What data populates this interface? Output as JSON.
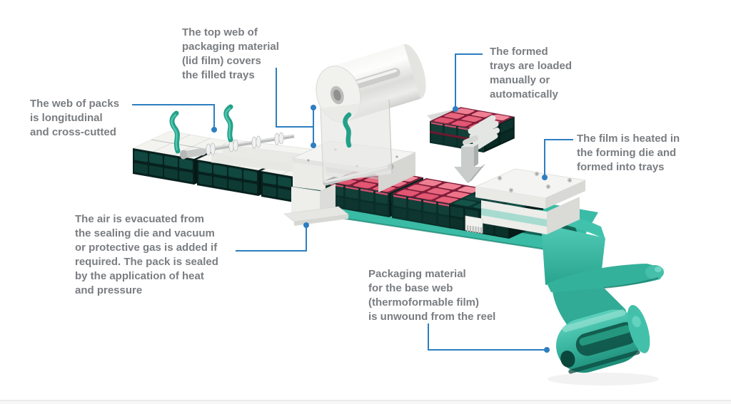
{
  "annotations": {
    "web_of_packs": "The web of packs\nis longitudinal\nand cross-cutted",
    "lid_film": "The top web of\npackaging material\n(lid film) covers\nthe filled trays",
    "formed_trays": "The formed\ntrays are loaded\nmanually or\nautomatically",
    "film_heated": "The film is heated in\nthe forming die and\nformed into trays",
    "air_evacuated": "The air is evacuated from\nthe sealing die and vacuum\nor protective gas is added if\nrequired. The pack is sealed\nby the application of heat\nand pressure",
    "base_web": "Packaging material\nfor the base web\n(thermoformable film)\nis unwound from the reel"
  },
  "colors": {
    "connector_blue": "#2d7ec0",
    "annotation_text_gray": "#7a7d81",
    "film_teal": "#3cbda7",
    "tray_dark_teal": "#0d423c",
    "pack_pink": "#df4f6f",
    "machine_white": "#f3f3f0"
  }
}
